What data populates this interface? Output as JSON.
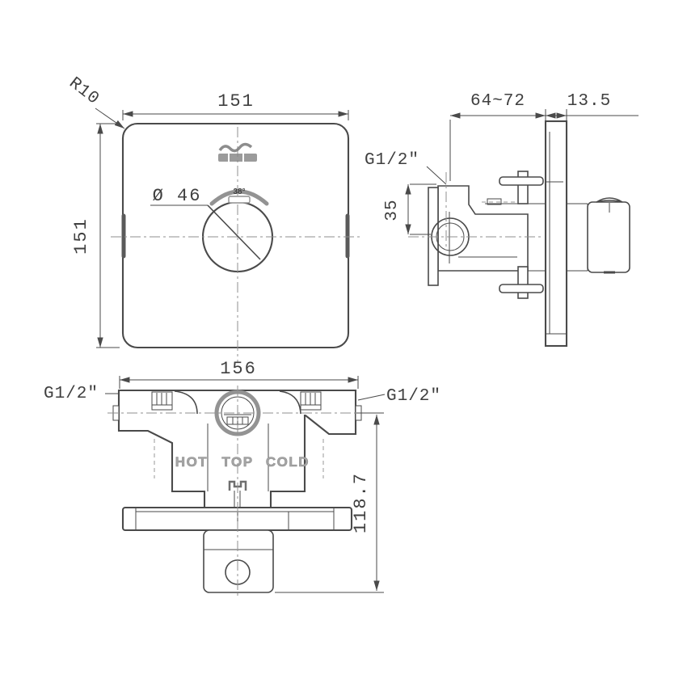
{
  "colors": {
    "line": "#4a4a4a",
    "accent_gray": "#939393",
    "emboss_gray": "#a6a6a6",
    "background": "#ffffff"
  },
  "views": {
    "front": {
      "width_dim": "151",
      "height_dim": "151",
      "corner_radius_dim": "R10",
      "knob_diameter_dim": "Ø 46",
      "temp_marking": "38°"
    },
    "side": {
      "depth_range_dim": "64~72",
      "plate_thickness_dim": "13.5",
      "inlet_offset_dim": "35",
      "inlet_thread_label": "G1/2\""
    },
    "bottom": {
      "width_dim": "156",
      "height_dim": "118.7",
      "left_thread_label": "G1/2\"",
      "right_thread_label": "G1/2\"",
      "port_markings": {
        "hot": "HOT",
        "top": "TOP",
        "cold": "COLD"
      }
    }
  }
}
